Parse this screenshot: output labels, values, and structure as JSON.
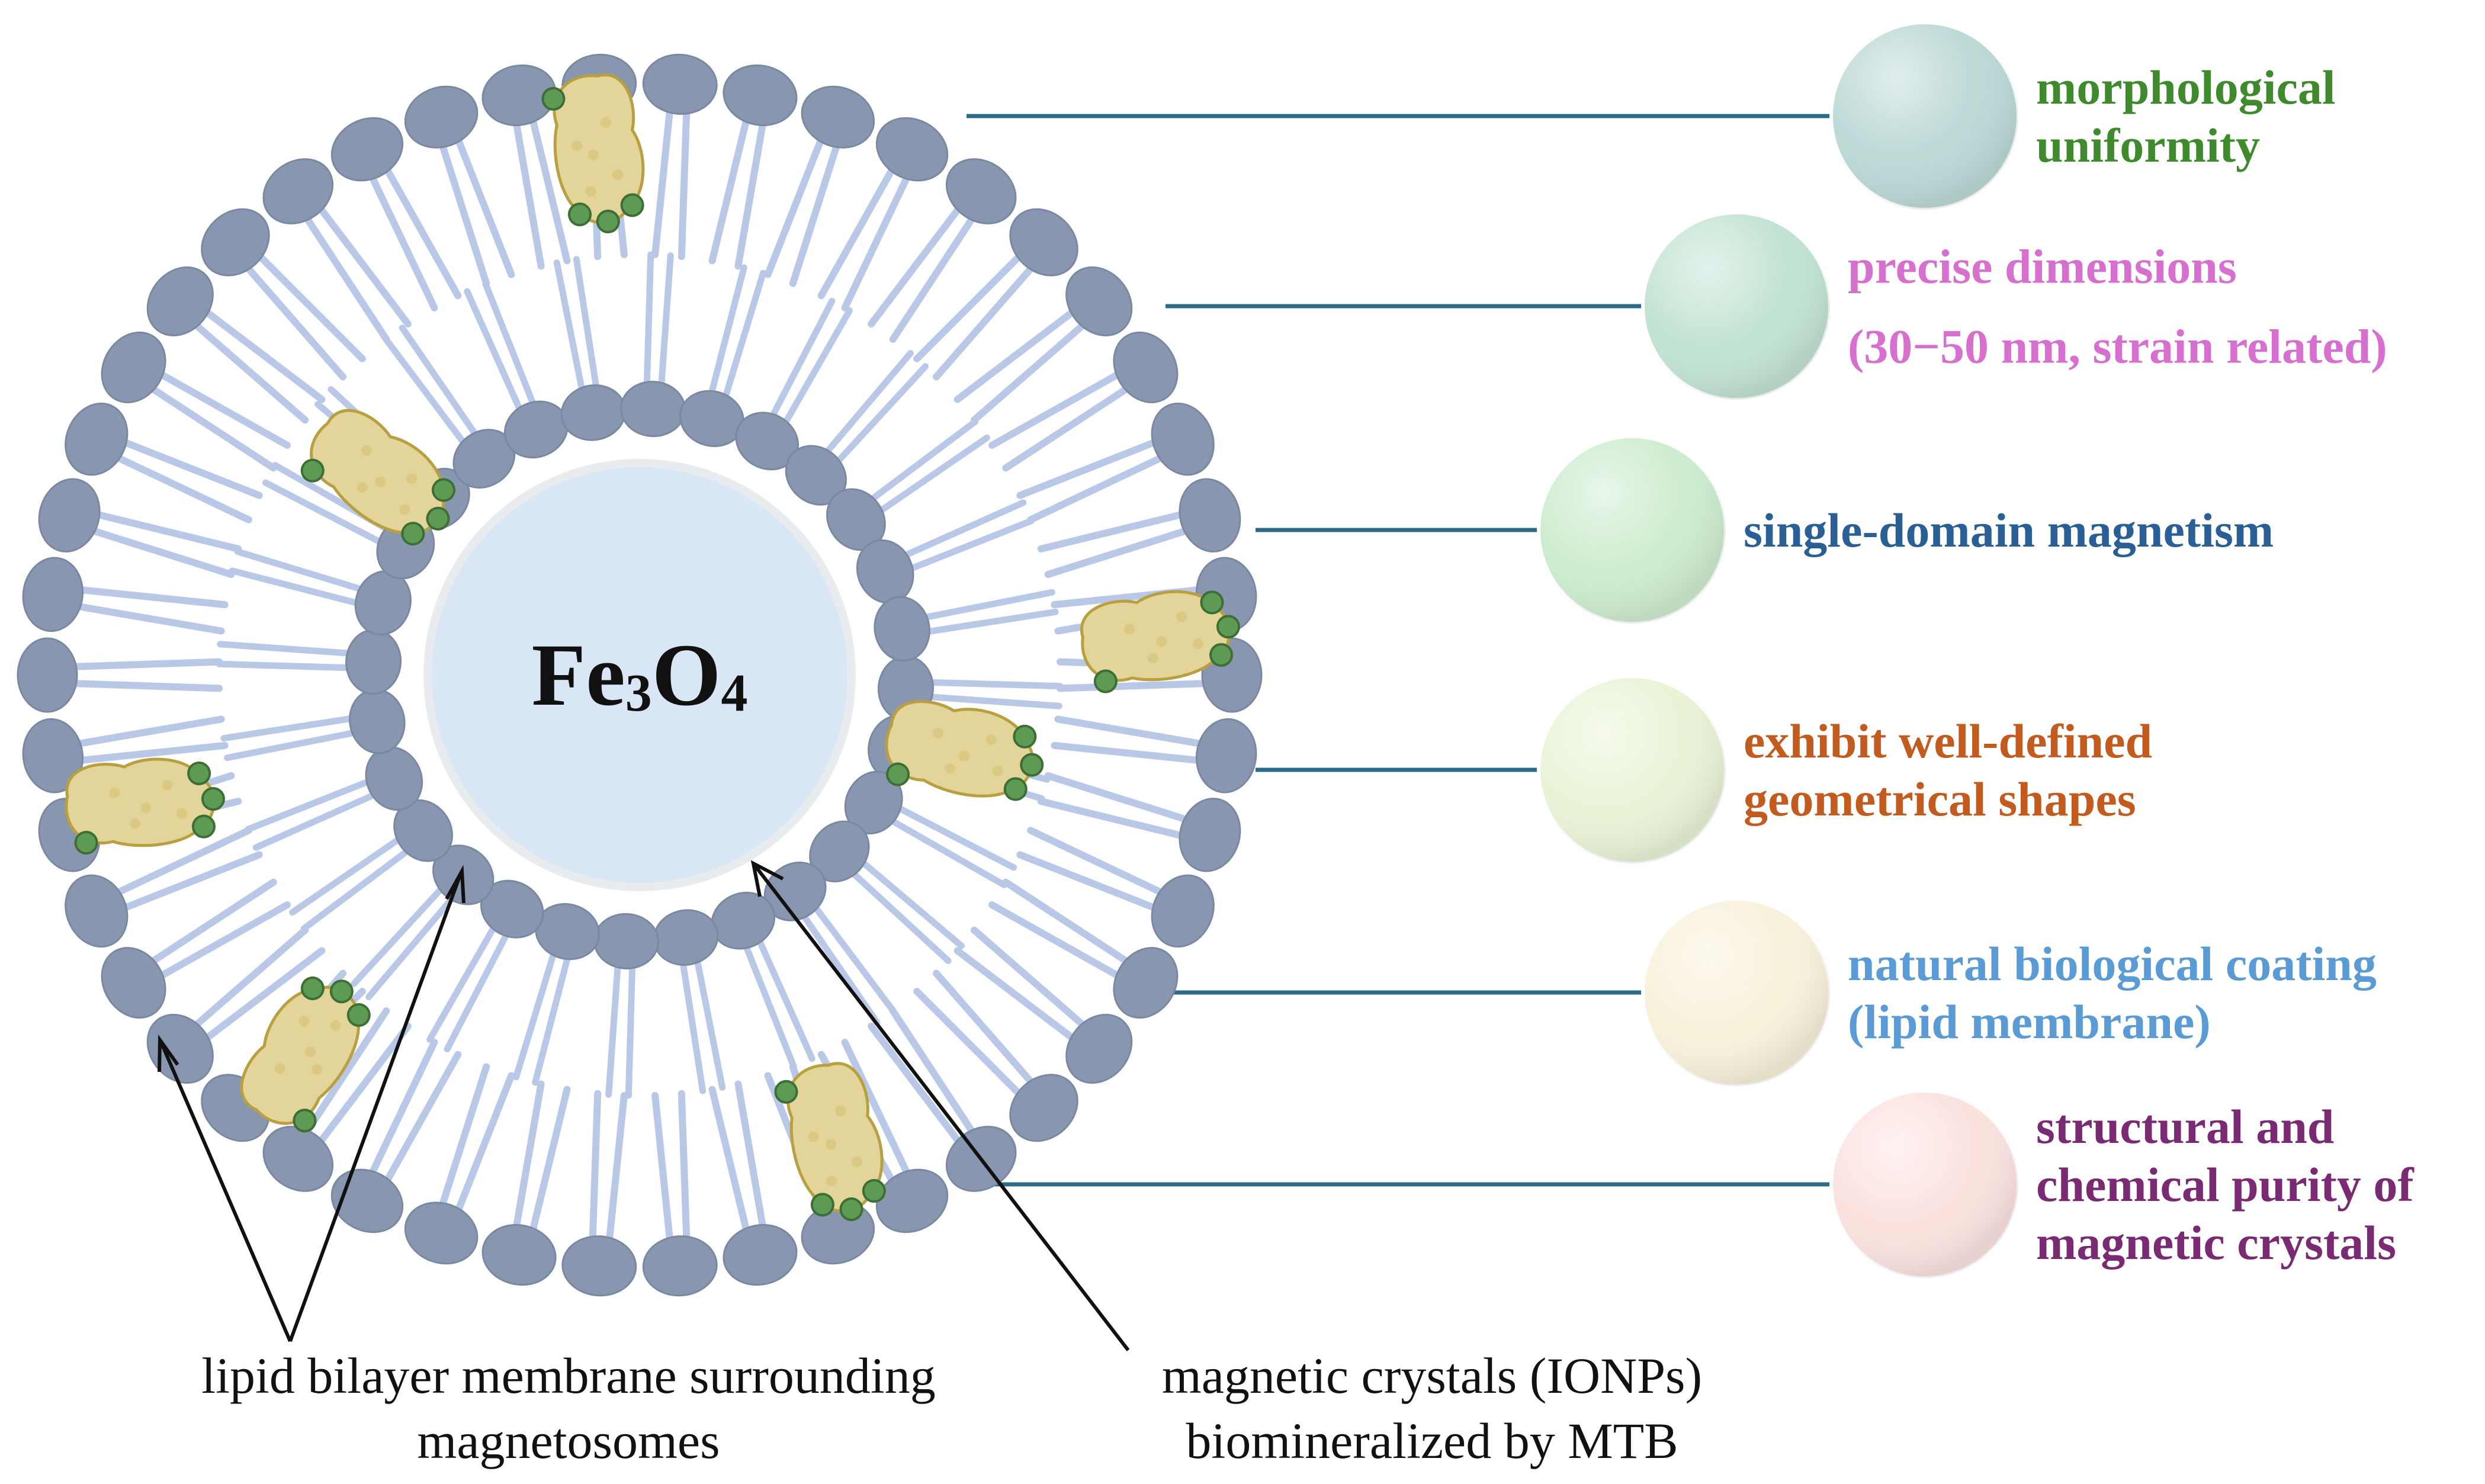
{
  "core": {
    "label": "Fe",
    "sub1": "3",
    "mid": "O",
    "sub2": "4"
  },
  "properties": [
    {
      "lines": [
        "morphological",
        "uniformity"
      ],
      "color": "#3e8a2c",
      "sphere": "#bcd9d6"
    },
    {
      "lines": [
        "precise dimensions",
        "(30−50 nm, strain related)"
      ],
      "color": "#d76fcf",
      "sphere": "#c2e3d3"
    },
    {
      "lines": [
        "single-domain magnetism"
      ],
      "color": "#2a5f96",
      "sphere": "#cdeccf"
    },
    {
      "lines": [
        "exhibit  well-defined",
        "geometrical shapes"
      ],
      "color": "#c35a1e",
      "sphere": "#e9f3d6"
    },
    {
      "lines": [
        "natural biological coating",
        "(lipid membrane)"
      ],
      "color": "#5b9bd5",
      "sphere": "#f8f1da"
    },
    {
      "lines": [
        "structural and",
        "chemical purity of",
        "magnetic crystals"
      ],
      "color": "#7a2a73",
      "sphere": "#fbe2df"
    }
  ],
  "captions": {
    "membrane": [
      "lipid bilayer membrane surrounding",
      "magnetosomes"
    ],
    "crystals": [
      "magnetic crystals (IONPs)",
      "biomineralized by MTB"
    ]
  },
  "colors": {
    "head": "#8896b0",
    "tail": "#b9c8e6",
    "core": "#d8e6f6",
    "protein": "#e3d59a",
    "proteinEdge": "#b8a040",
    "dot": "#5f9a55",
    "line": "#2b6b86"
  }
}
